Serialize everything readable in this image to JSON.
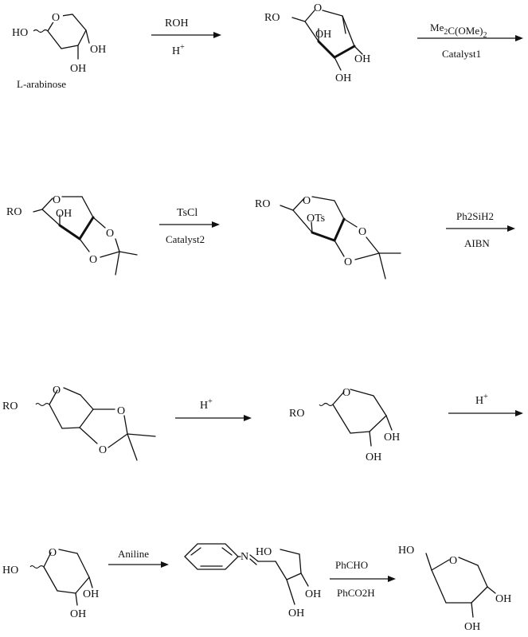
{
  "labels": {
    "start_name": "L-arabinose",
    "ho": "HO",
    "oh": "OH",
    "ro": "RO",
    "ring_o": "O",
    "ots": "OTs",
    "n": "N"
  },
  "arrows": {
    "a1_top": "ROH",
    "a1_bottom": "H+",
    "a2_top": "Me2C(OMe)2",
    "a2_bottom": "Catalyst1",
    "a3_top": "TsCl",
    "a3_bottom": "Catalyst2",
    "a4_top": "Ph2SiH2",
    "a4_bottom": "AIBN",
    "a5_top": "H+",
    "a6_top": "H+",
    "a7_top": "Aniline",
    "a8_top": "PhCHO",
    "a8_bottom": "PhCO2H"
  }
}
